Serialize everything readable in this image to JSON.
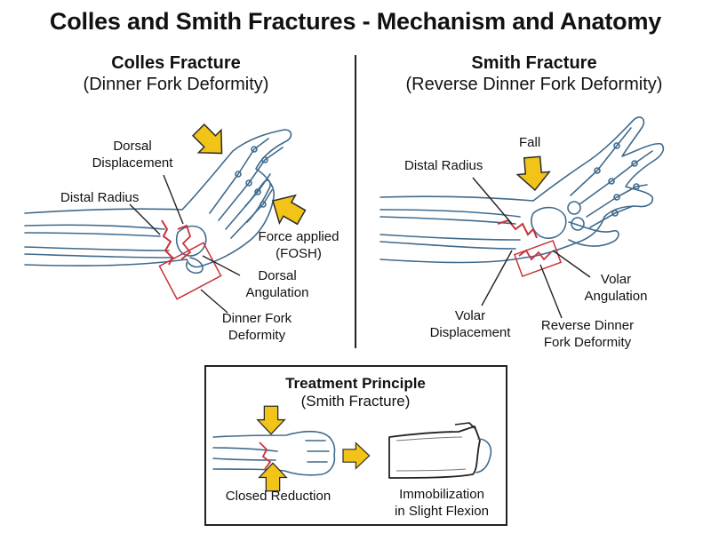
{
  "title": "Colles and Smith Fractures - Mechanism and Anatomy",
  "colles": {
    "heading": "Colles Fracture",
    "subheading": "(Dinner Fork Deformity)",
    "labels": {
      "dorsal_displacement_1": "Dorsal",
      "dorsal_displacement_2": "Displacement",
      "distal_radius": "Distal Radius",
      "force_1": "Force applied",
      "force_2": "(FOSH)",
      "dorsal_angulation_1": "Dorsal",
      "dorsal_angulation_2": "Angulation",
      "dinner_fork_1": "Dinner Fork",
      "dinner_fork_2": "Deformity"
    }
  },
  "smith": {
    "heading": "Smith Fracture",
    "subheading": "(Reverse Dinner Fork Deformity)",
    "labels": {
      "fall": "Fall",
      "distal_radius": "Distal Radius",
      "volar_angulation_1": "Volar",
      "volar_angulation_2": "Angulation",
      "volar_displacement_1": "Volar",
      "volar_displacement_2": "Displacement",
      "reverse_fork_1": "Reverse Dinner",
      "reverse_fork_2": "Fork Deformity"
    }
  },
  "treatment": {
    "heading": "Treatment Principle",
    "subheading": "(Smith Fracture)",
    "closed_reduction": "Closed Reduction",
    "immobilization_1": "Immobilization",
    "immobilization_2": "in Slight Flexion"
  },
  "colors": {
    "outline": "#3f6a8c",
    "fracture": "#c8333a",
    "arrow_fill": "#f2c418",
    "arrow_stroke": "#2b2b2b",
    "text": "#111111"
  }
}
